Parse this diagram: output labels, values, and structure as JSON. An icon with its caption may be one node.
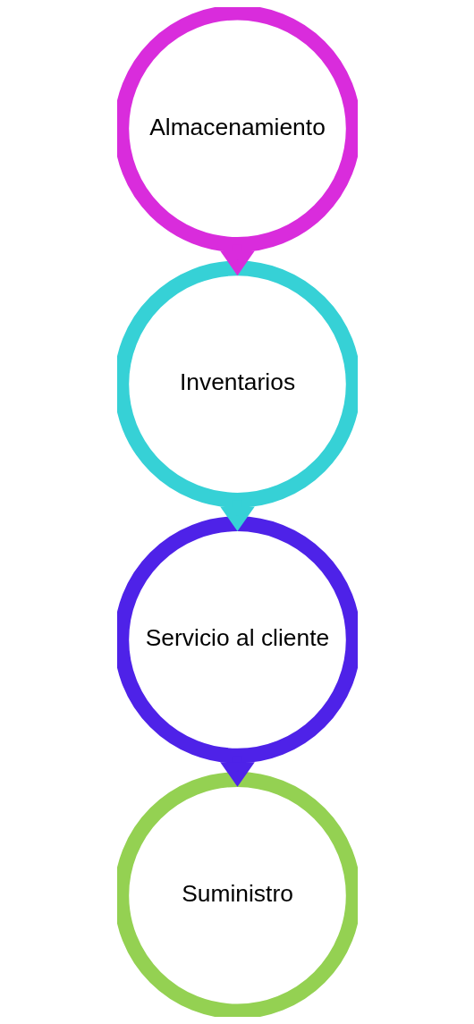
{
  "diagram": {
    "nodes": [
      {
        "text": [
          "Almacenamiento"
        ]
      },
      {
        "text": [
          "Inventarios"
        ]
      },
      {
        "text": [
          "Servicio al cliente"
        ]
      },
      {
        "text": [
          "Suministro"
        ]
      }
    ],
    "edges": [
      {
        "from": 0,
        "to": 1,
        "arrow": "to",
        "color": "#d92cdc"
      },
      {
        "from": 1,
        "to": 2,
        "arrow": "to",
        "color": "#36d1d6"
      },
      {
        "from": 2,
        "to": 3,
        "arrow": "to",
        "color": "#4e22e8"
      }
    ]
  }
}
